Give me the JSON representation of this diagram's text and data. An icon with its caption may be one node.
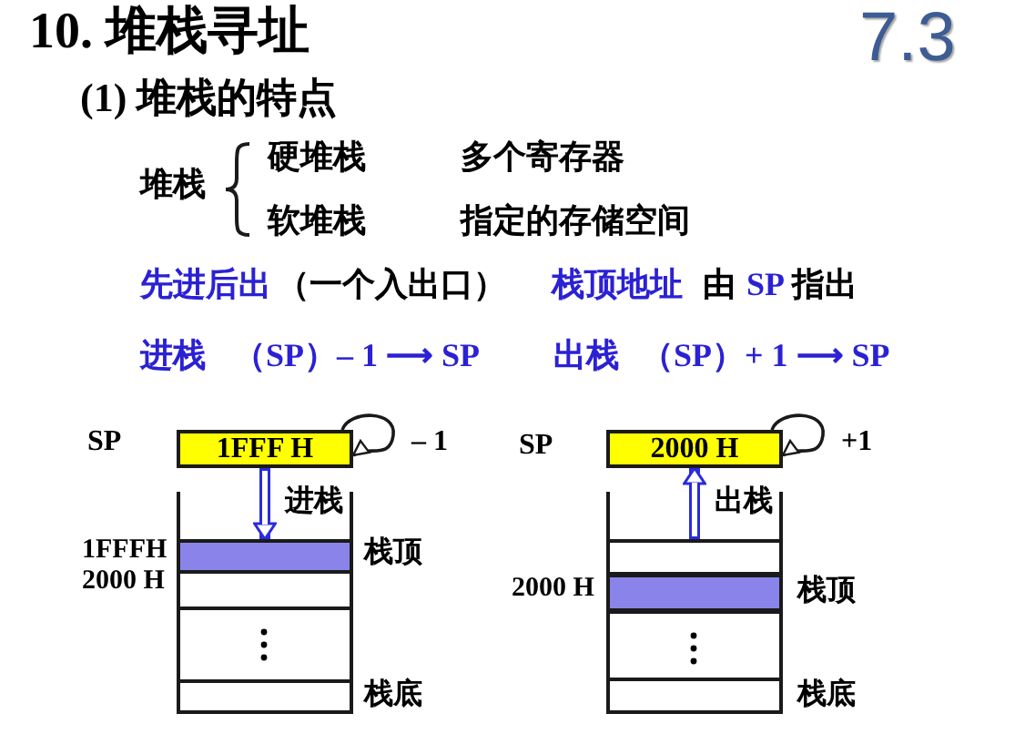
{
  "diagram": {
    "title": "10. 堆栈寻址",
    "nodes": [
      {
        "text": [
          "1FFF H"
        ],
        "beside": [
          "SP"
        ]
      },
      {
        "text": [],
        "shape": "box"
      },
      {
        "text": [],
        "shape": "box",
        "in": 1,
        "beside": [
          "1FFFH",
          "栈顶"
        ]
      },
      {
        "text": [],
        "shape": "box",
        "in": 1,
        "beside": [
          "2000 H"
        ]
      },
      {
        "text": [],
        "shape": "box",
        "in": 1
      },
      {
        "text": [],
        "shape": "box",
        "in": 1,
        "beside": [
          "栈底"
        ]
      },
      {
        "text": [
          "2000 H"
        ],
        "beside": [
          "SP"
        ]
      },
      {
        "text": [],
        "shape": "box"
      },
      {
        "text": [],
        "shape": "box",
        "in": 7
      },
      {
        "text": [],
        "shape": "box",
        "in": 7,
        "beside": [
          "2000 H",
          "栈顶"
        ]
      },
      {
        "text": [],
        "shape": "box",
        "in": 7
      },
      {
        "text": [],
        "shape": "box",
        "in": 7,
        "beside": [
          "栈底"
        ]
      }
    ],
    "edges": [
      {
        "from": 0,
        "to": 0,
        "arrow": "to",
        "label": "– 1"
      },
      {
        "from": 0,
        "to": 2,
        "arrow": "to",
        "label": "进栈",
        "style": "thick",
        "color": "#2a2ae0"
      },
      {
        "from": 6,
        "to": 6,
        "arrow": "to",
        "label": "+1"
      },
      {
        "from": 8,
        "to": 6,
        "arrow": "to",
        "label": "出栈",
        "style": "thick",
        "color": "#2a2ae0"
      }
    ],
    "labels": [
      "7.3",
      "(1) 堆栈的特点",
      "堆栈",
      "硬堆栈",
      "多个寄存器",
      "软堆栈",
      "指定的存储空间",
      "先进后出",
      "（一个入出口）",
      "栈顶地址",
      "由",
      "SP",
      "指出",
      "进栈",
      "（SP）– 1 ⟶ SP",
      "出栈",
      "（SP）+ 1 ⟶ SP"
    ]
  }
}
